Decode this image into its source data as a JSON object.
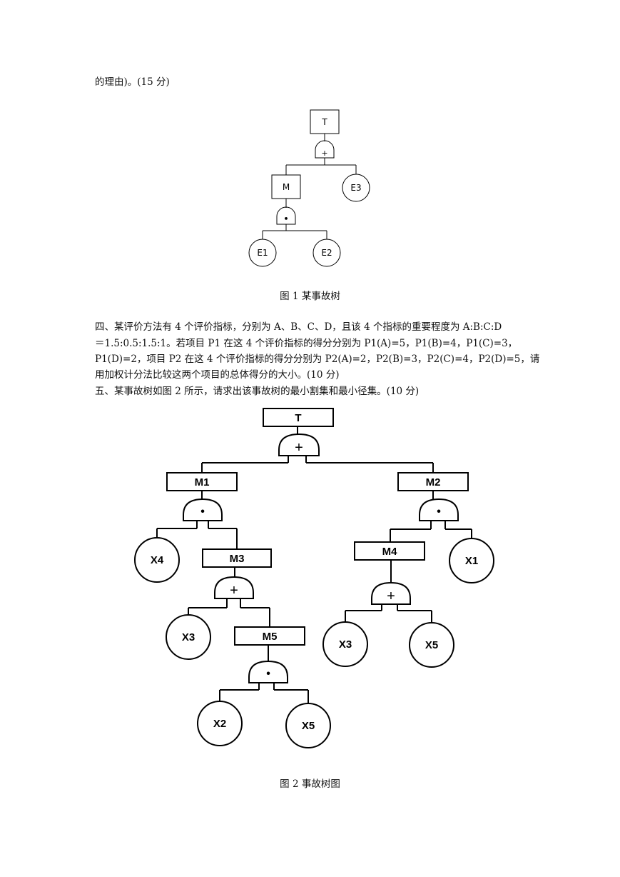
{
  "intro_line": "的理由)。(15 分)",
  "figure1": {
    "caption": "图 1 某事故树",
    "top_event": "T",
    "or_gate_symbol": "+",
    "and_gate_symbol": "•",
    "intermediate_event": "M",
    "basic_events": [
      "E1",
      "E2",
      "E3"
    ]
  },
  "question4": {
    "lines": [
      "四、某评价方法有 4 个评价指标，分别为 A、B、C、D，且该 4 个指标的重要程度为 A:B:C:D",
      "＝1.5:0.5:1.5:1。若项目 P1 在这 4 个评价指标的得分分别为 P1(A)=5，P1(B)=4，P1(C)=3，",
      "P1(D)=2，项目 P2 在这 4 个评价指标的得分分别为 P2(A)=2，P2(B)=3，P2(C)=4，P2(D)=5，请",
      "用加权计分法比较这两个项目的总体得分的大小。(10 分)"
    ]
  },
  "question5": {
    "text": "五、某事故树如图 2 所示，请求出该事故树的最小割集和最小径集。(10 分)"
  },
  "figure2": {
    "caption": "图 2 事故树图",
    "top_event": "T",
    "or_gate_symbol": "+",
    "and_gate_symbol": "•",
    "intermediate_events": [
      "M1",
      "M2",
      "M3",
      "M4",
      "M5"
    ],
    "basic_events": [
      "X4",
      "X1",
      "X3",
      "X3",
      "X5",
      "X2",
      "X5"
    ]
  }
}
